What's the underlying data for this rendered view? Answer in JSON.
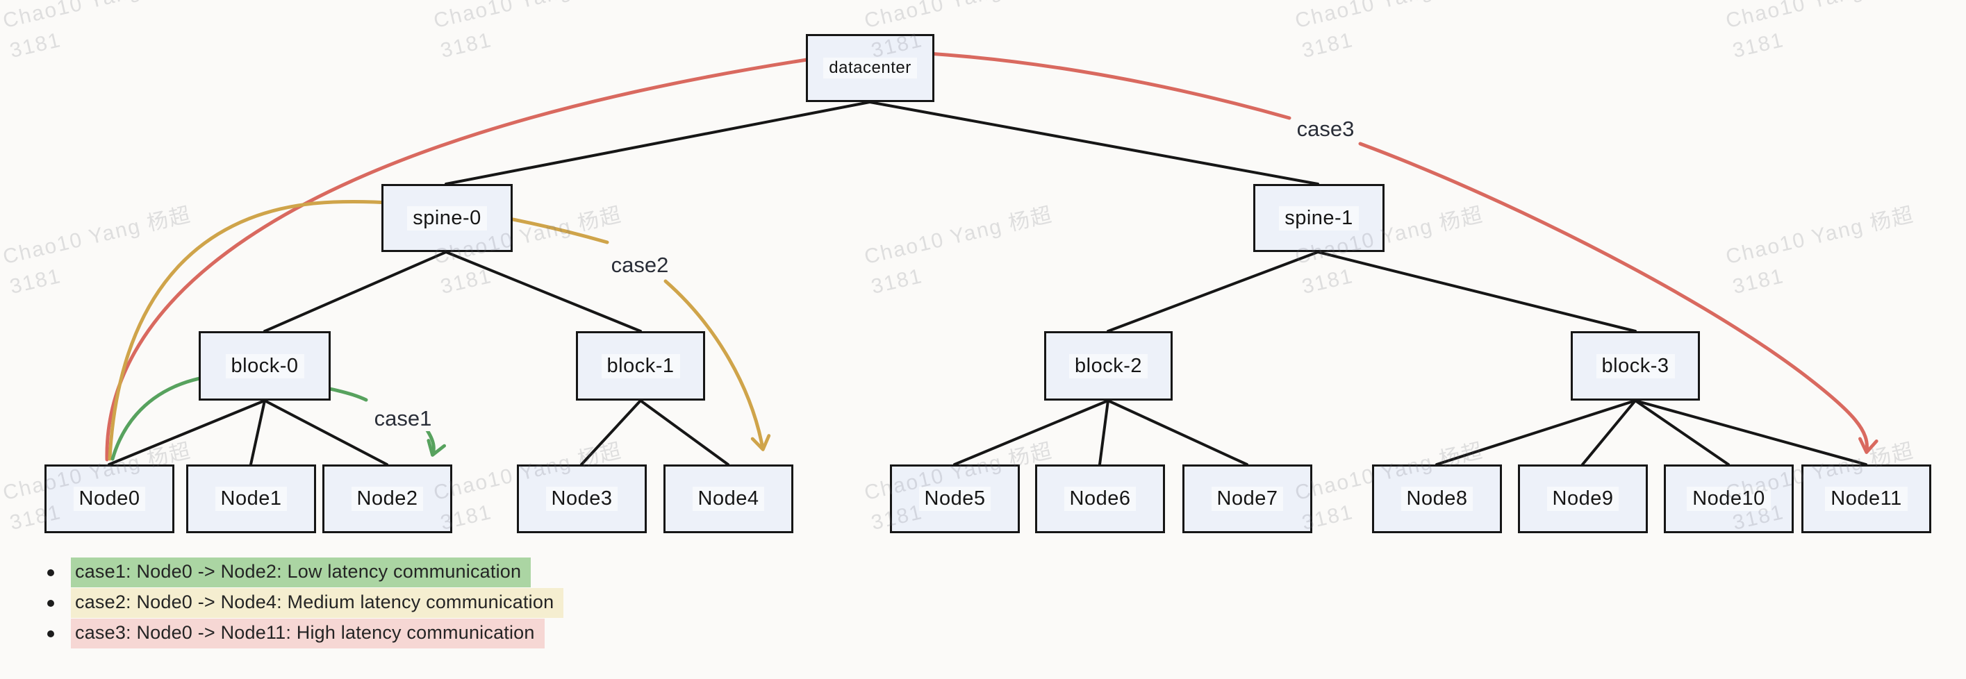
{
  "diagram": {
    "nodes": {
      "datacenter": "datacenter",
      "spines": [
        "spine-0",
        "spine-1"
      ],
      "blocks": [
        "block-0",
        "block-1",
        "block-2",
        "block-3"
      ],
      "leaves": [
        "Node0",
        "Node1",
        "Node2",
        "Node3",
        "Node4",
        "Node5",
        "Node6",
        "Node7",
        "Node8",
        "Node9",
        "Node10",
        "Node11"
      ]
    },
    "case_labels": [
      "case1",
      "case2",
      "case3"
    ],
    "cases": [
      {
        "name": "case1",
        "from": "Node0",
        "to": "Node2",
        "latency": "Low"
      },
      {
        "name": "case2",
        "from": "Node0",
        "to": "Node4",
        "latency": "Medium"
      },
      {
        "name": "case3",
        "from": "Node0",
        "to": "Node11",
        "latency": "High"
      }
    ]
  },
  "legend": {
    "items": [
      {
        "text": "case1: Node0 -> Node2:  Low latency communication",
        "highlight": "#abd5a3"
      },
      {
        "text": "case2: Node0 -> Node4:  Medium latency communication",
        "highlight": "#f5eed0"
      },
      {
        "text": "case3: Node0 -> Node11:  High latency communication",
        "highlight": "#f6d7d4"
      }
    ]
  },
  "watermark": {
    "line1": "Chao10 Yang 杨超",
    "line2": "3181"
  },
  "colors": {
    "background": "#fbfaf8",
    "box_fill": "#edf1f9",
    "box_border": "#161616",
    "case1_green": "#57a25e",
    "case2_yellow": "#cfa44a",
    "case3_red": "#d9695f",
    "legend_green": "#abd5a3",
    "legend_cream": "#f5eed0",
    "legend_pink": "#f6d7d4"
  }
}
